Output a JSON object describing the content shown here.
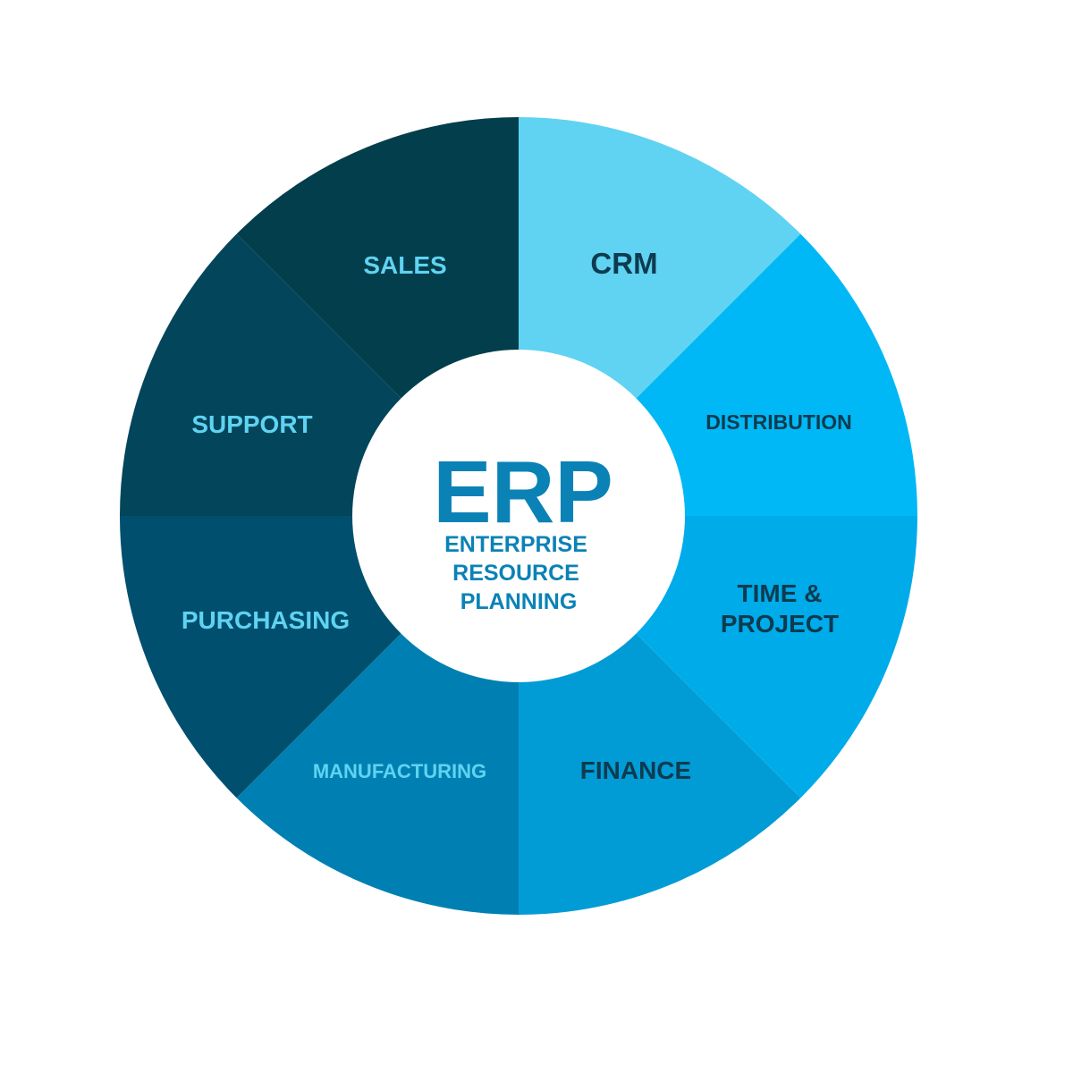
{
  "center": {
    "title": "ERP",
    "subtitle_lines": [
      "ENTERPRISE",
      "RESOURCE",
      "PLANNING"
    ],
    "title_color": "#0b82b6",
    "subtitle_color": "#0b82b6"
  },
  "segments": [
    {
      "id": "crm",
      "lines": [
        "CRM"
      ],
      "fill": "#5fd3f1",
      "text_color": "#0d3b4f"
    },
    {
      "id": "distribution",
      "lines": [
        "DISTRIBUTION"
      ],
      "fill": "#00b8f5",
      "text_color": "#0d3b4f"
    },
    {
      "id": "time-project",
      "lines": [
        "TIME &",
        "PROJECT"
      ],
      "fill": "#00abea",
      "text_color": "#0d3b4f"
    },
    {
      "id": "finance",
      "lines": [
        "FINANCE"
      ],
      "fill": "#019cd6",
      "text_color": "#0d3b4f"
    },
    {
      "id": "manufacturing",
      "lines": [
        "MANUFACTURING"
      ],
      "fill": "#0080b2",
      "text_color": "#5fd3f1"
    },
    {
      "id": "purchasing",
      "lines": [
        "PURCHASING"
      ],
      "fill": "#014f6e",
      "text_color": "#5fd3f1"
    },
    {
      "id": "support",
      "lines": [
        "SUPPORT"
      ],
      "fill": "#03455a",
      "text_color": "#5fd3f1"
    },
    {
      "id": "sales",
      "lines": [
        "SALES"
      ],
      "fill": "#033e4c",
      "text_color": "#5fd3f1"
    }
  ]
}
